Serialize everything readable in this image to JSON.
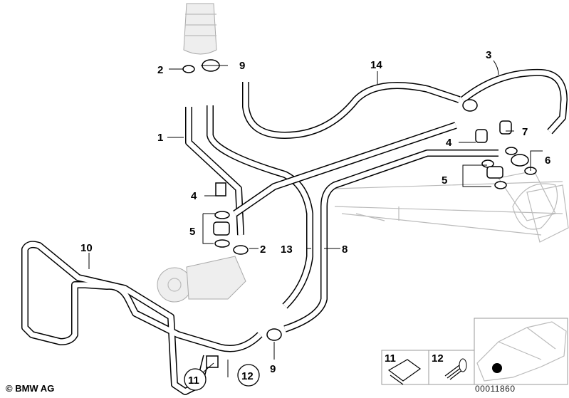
{
  "callouts": {
    "c1": "1",
    "c2a": "2",
    "c9a": "9",
    "c14": "14",
    "c3": "3",
    "c4a": "4",
    "c7": "7",
    "c6": "6",
    "c5a": "5",
    "c4b": "4",
    "c5b": "5",
    "c2b": "2",
    "c10": "10",
    "c13": "13",
    "c8": "8",
    "c9b": "9",
    "c11": "11",
    "c12": "12"
  },
  "inset": {
    "part11": "11",
    "part12": "12"
  },
  "copyright": "© BMW AG",
  "reference_number": "00011860"
}
